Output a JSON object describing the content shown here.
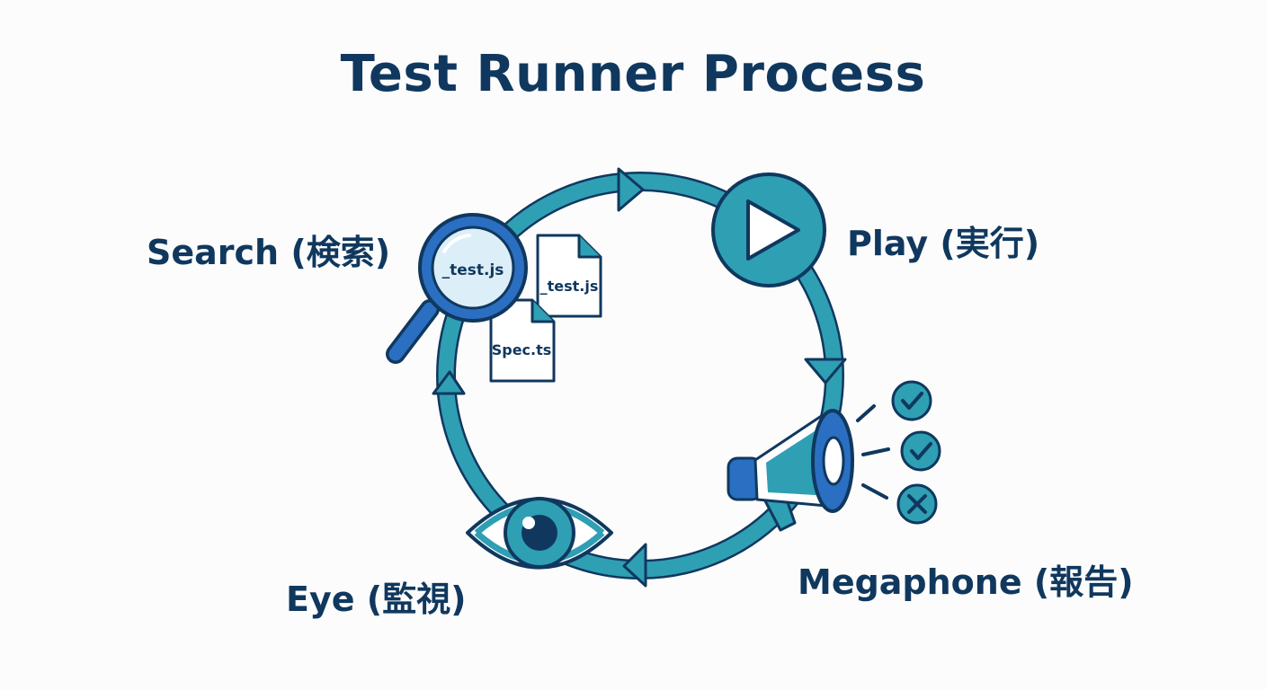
{
  "title": "Test Runner Process",
  "steps": {
    "search": {
      "label": "Search (検索)"
    },
    "play": {
      "label": "Play (実行)"
    },
    "megaphone": {
      "label": "Megaphone (報告)"
    },
    "eye": {
      "label": "Eye (監視)"
    }
  },
  "files": {
    "lens_file": "_test.js",
    "doc_right": "_test.js",
    "doc_bottom": "Spec.ts"
  },
  "colors": {
    "cycle": "#2f9fb4",
    "outline": "#10385e",
    "accent_blue": "#2a6fc2",
    "title": "#10385e"
  }
}
